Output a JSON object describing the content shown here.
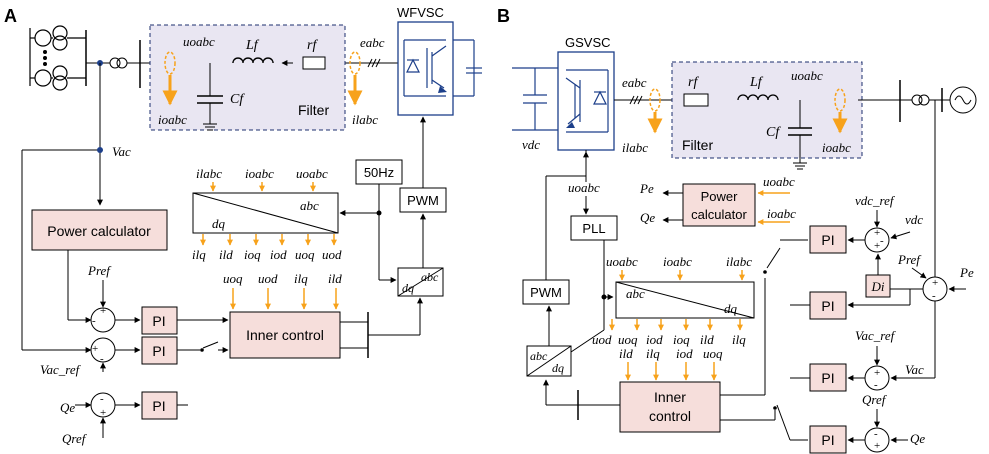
{
  "panels": {
    "a": {
      "letter": "A",
      "converter_label": "WFVSC",
      "filter_label": "Filter",
      "signals": {
        "uoabc": "uoabc",
        "Lf": "Lf",
        "rf": "rf",
        "eabc": "eabc",
        "Cf": "Cf",
        "ioabc": "ioabc",
        "ilabc": "ilabc",
        "Vac": "Vac"
      },
      "freq_label": "50Hz",
      "pwm_label": "PWM",
      "power_calc_label": "Power calculator",
      "transform": {
        "abc": "abc",
        "dq": "dq",
        "inputs": [
          "ilabc",
          "ioabc",
          "uoabc"
        ],
        "outputs": [
          "ilq",
          "ild",
          "ioq",
          "iod",
          "uoq",
          "uod"
        ]
      },
      "inv_transform": {
        "abc": "abc",
        "dq": "dq"
      },
      "inner_inputs": [
        "uoq",
        "uod",
        "ilq",
        "ild"
      ],
      "inner_control_label": "Inner control",
      "pi_label": "PI",
      "refs": {
        "Pref": "Pref",
        "Vac_ref": "Vac_ref",
        "Qe": "Qe",
        "Qref": "Qref"
      },
      "signs": {
        "plus": "+",
        "minus": "-"
      }
    },
    "b": {
      "letter": "B",
      "converter_label": "GSVSC",
      "filter_label": "Filter",
      "signals": {
        "vdc": "vdc",
        "eabc": "eabc",
        "ilabc": "ilabc",
        "rf": "rf",
        "Lf": "Lf",
        "uoabc": "uoabc",
        "Cf": "Cf",
        "ioabc": "ioabc"
      },
      "power_calc_lines": [
        "Power",
        "calculator"
      ],
      "power_calc_inputs": [
        "uoabc",
        "ioabc"
      ],
      "power_calc_outputs": [
        "Pe",
        "Qe"
      ],
      "pll_label": "PLL",
      "pll_input": "uoabc",
      "pwm_label": "PWM",
      "transform": {
        "abc": "abc",
        "dq": "dq",
        "inputs": [
          "uoabc",
          "ioabc",
          "ilabc"
        ],
        "outputs_top": [
          "uod",
          "uoq",
          "iod",
          "ioq",
          "ild",
          "uoq",
          "ilq"
        ],
        "outputs_bottom": [
          "ild",
          "ilq",
          "iod",
          "ilq"
        ]
      },
      "inv_transform": {
        "abc": "abc",
        "dq": "dq"
      },
      "inner_control_lines": [
        "Inner",
        "control"
      ],
      "pi_label": "PI",
      "di_label": "Di",
      "refs": {
        "vdc_ref": "vdc_ref",
        "vdc": "vdc",
        "Pref": "Pref",
        "Pe": "Pe",
        "Vac_ref": "Vac_ref",
        "Vac": "Vac",
        "Qref": "Qref",
        "Qe": "Qe"
      },
      "signs": {
        "plus": "+",
        "minus": "-"
      }
    }
  },
  "colors": {
    "line": "#000000",
    "arrow_orange": "#f7a21b",
    "block_fill": "#f6dedb",
    "filter_fill": "#e9e6f2",
    "filter_border": "#1c2f6e",
    "converter_blue": "#1c3f8a"
  }
}
